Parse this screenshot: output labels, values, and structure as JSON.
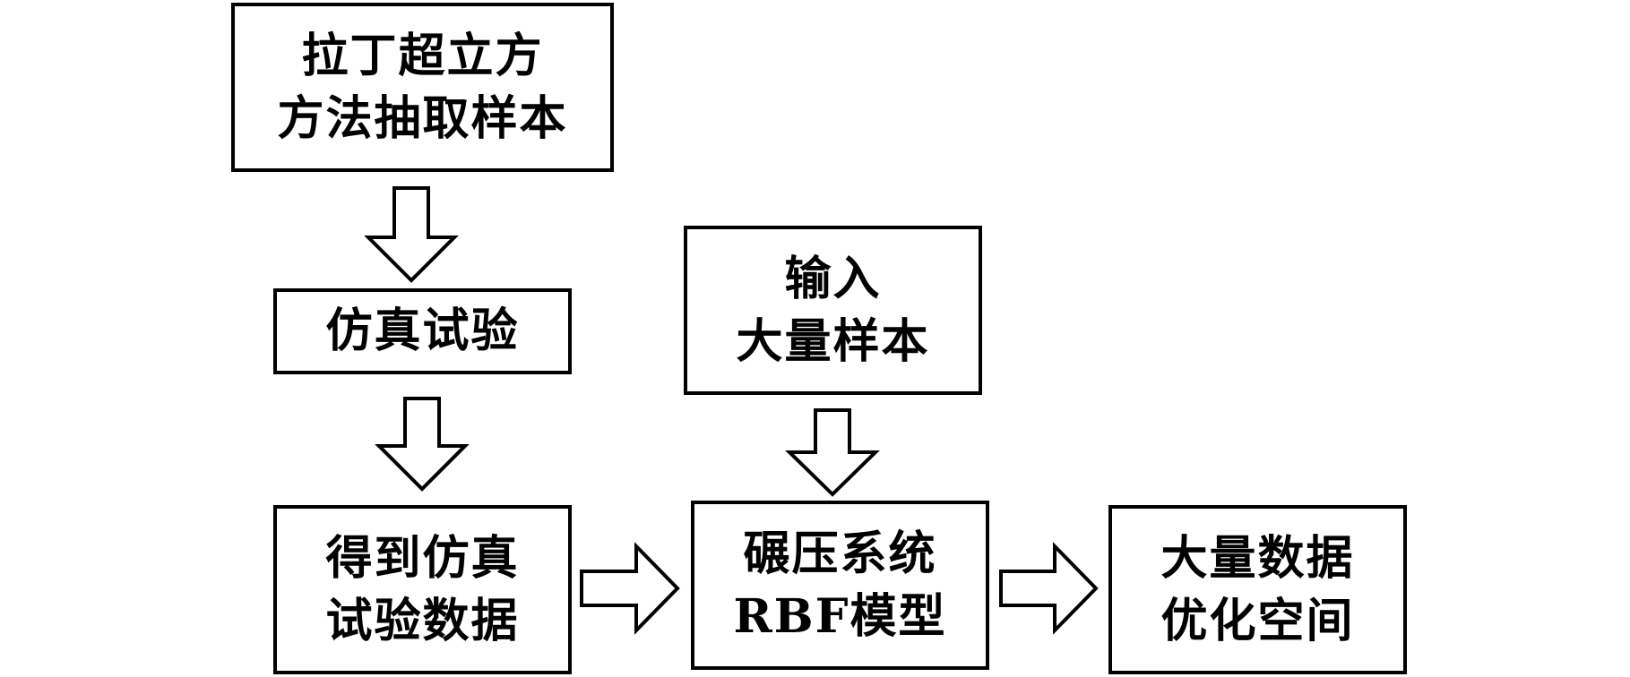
{
  "diagram": {
    "nodes": [
      {
        "id": "lhs_sampling",
        "lines": [
          "拉丁超立方",
          "方法抽取样本"
        ]
      },
      {
        "id": "simulation_test",
        "lines": [
          "仿真试验"
        ]
      },
      {
        "id": "simulation_data",
        "lines": [
          "得到仿真",
          "试验数据"
        ]
      },
      {
        "id": "input_samples",
        "lines": [
          "输入",
          "大量样本"
        ]
      },
      {
        "id": "rbf_model",
        "lines": [
          "碾压系统",
          "RBF模型"
        ]
      },
      {
        "id": "optimization_space",
        "lines": [
          "大量数据",
          "优化空间"
        ]
      }
    ],
    "edges": [
      {
        "from": "lhs_sampling",
        "to": "simulation_test"
      },
      {
        "from": "simulation_test",
        "to": "simulation_data"
      },
      {
        "from": "simulation_data",
        "to": "rbf_model"
      },
      {
        "from": "input_samples",
        "to": "rbf_model"
      },
      {
        "from": "rbf_model",
        "to": "optimization_space"
      }
    ],
    "colors": {
      "stroke": "#000000",
      "fill": "#ffffff",
      "text": "#000000"
    }
  }
}
